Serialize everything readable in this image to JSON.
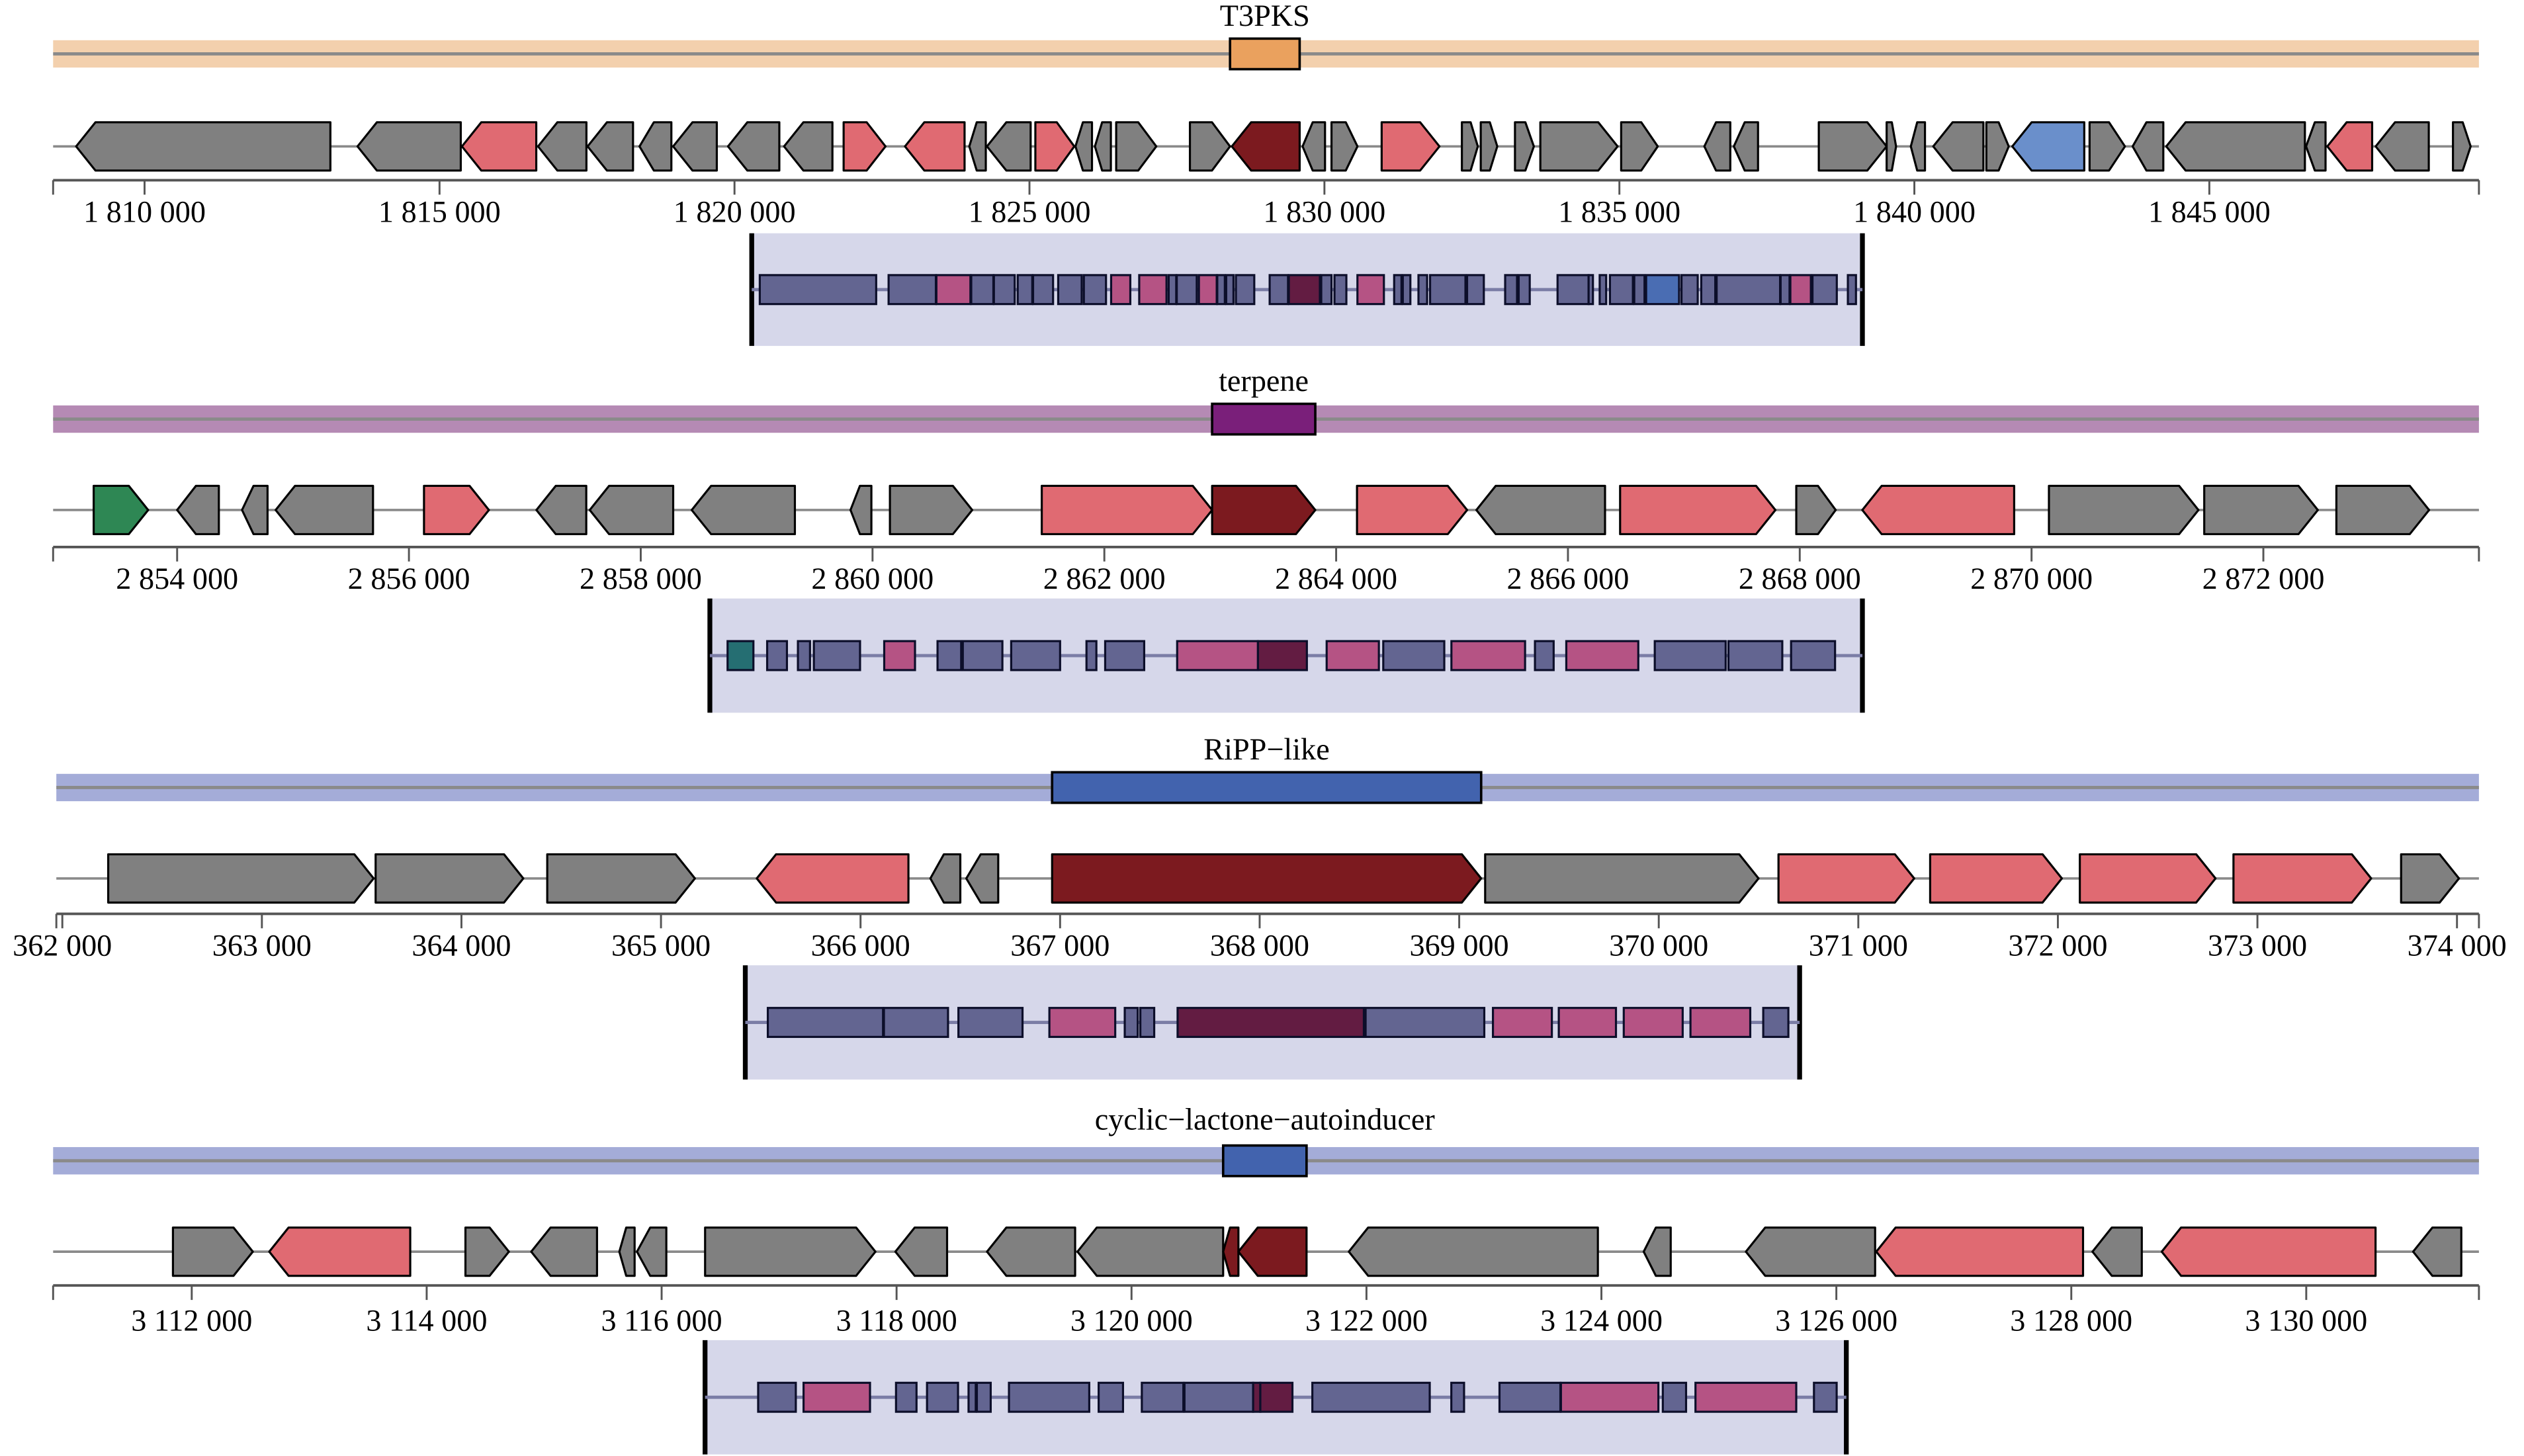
{
  "figure": {
    "type": "biosynthetic-gene-cluster-map",
    "colors": {
      "gene_other": "#808080",
      "gene_core_related": "#e06a72",
      "gene_core": "#7c1a1f",
      "gene_regulatory": "#6a8fcb",
      "gene_transport": "#2e8754",
      "zoom_panel_bg": "#d6d7ea",
      "zoom_other": "#636591",
      "zoom_core_related": "#b55384",
      "zoom_core": "#631c42",
      "zoom_regulatory": "#4a6db3",
      "zoom_transport": "#256e72",
      "axis": "#555555",
      "backbone": "#8a8a8a"
    }
  },
  "clusters": [
    {
      "id": "t3pks",
      "title": "T3PKS",
      "band_color": "#f3d0ad",
      "region_color": "#eaa15e",
      "region": [
        1828400,
        1829580
      ],
      "axis_range": [
        1808450,
        1849570
      ],
      "ticks": [
        1810000,
        1815000,
        1820000,
        1825000,
        1830000,
        1835000,
        1840000,
        1845000
      ],
      "tick_labels": [
        "1 810 000",
        "1 815 000",
        "1 820 000",
        "1 825 000",
        "1 830 000",
        "1 835 000",
        "1 840 000",
        "1 845 000"
      ],
      "genes": [
        {
          "s": 1808840,
          "e": 1813150,
          "d": -1,
          "t": "other"
        },
        {
          "s": 1813610,
          "e": 1815360,
          "d": -1,
          "t": "other"
        },
        {
          "s": 1815380,
          "e": 1816640,
          "d": -1,
          "t": "core_related"
        },
        {
          "s": 1816670,
          "e": 1817490,
          "d": -1,
          "t": "other"
        },
        {
          "s": 1817510,
          "e": 1818280,
          "d": -1,
          "t": "other"
        },
        {
          "s": 1818390,
          "e": 1818930,
          "d": -1,
          "t": "other"
        },
        {
          "s": 1818960,
          "e": 1819700,
          "d": -1,
          "t": "other"
        },
        {
          "s": 1819890,
          "e": 1820760,
          "d": -1,
          "t": "other"
        },
        {
          "s": 1820840,
          "e": 1821660,
          "d": -1,
          "t": "other"
        },
        {
          "s": 1821850,
          "e": 1822560,
          "d": 1,
          "t": "core_related"
        },
        {
          "s": 1822890,
          "e": 1823900,
          "d": -1,
          "t": "core_related"
        },
        {
          "s": 1823980,
          "e": 1824260,
          "d": -1,
          "t": "other"
        },
        {
          "s": 1824280,
          "e": 1825020,
          "d": -1,
          "t": "other"
        },
        {
          "s": 1825100,
          "e": 1825760,
          "d": 1,
          "t": "core_related"
        },
        {
          "s": 1825780,
          "e": 1826060,
          "d": -1,
          "t": "other"
        },
        {
          "s": 1826110,
          "e": 1826380,
          "d": -1,
          "t": "other"
        },
        {
          "s": 1826470,
          "e": 1827150,
          "d": 1,
          "t": "other"
        },
        {
          "s": 1827720,
          "e": 1828400,
          "d": 1,
          "t": "other"
        },
        {
          "s": 1828430,
          "e": 1829580,
          "d": -1,
          "t": "core"
        },
        {
          "s": 1829630,
          "e": 1830010,
          "d": -1,
          "t": "other"
        },
        {
          "s": 1830120,
          "e": 1830560,
          "d": 1,
          "t": "other"
        },
        {
          "s": 1830970,
          "e": 1831950,
          "d": 1,
          "t": "core_related"
        },
        {
          "s": 1832330,
          "e": 1832600,
          "d": 1,
          "t": "other"
        },
        {
          "s": 1832650,
          "e": 1832930,
          "d": 1,
          "t": "other"
        },
        {
          "s": 1833230,
          "e": 1833550,
          "d": 1,
          "t": "other"
        },
        {
          "s": 1833660,
          "e": 1834970,
          "d": 1,
          "t": "other"
        },
        {
          "s": 1835030,
          "e": 1835650,
          "d": 1,
          "t": "other"
        },
        {
          "s": 1836440,
          "e": 1836880,
          "d": -1,
          "t": "other"
        },
        {
          "s": 1836940,
          "e": 1837350,
          "d": -1,
          "t": "other"
        },
        {
          "s": 1838380,
          "e": 1839530,
          "d": 1,
          "t": "other"
        },
        {
          "s": 1839530,
          "e": 1839690,
          "d": 1,
          "t": "other"
        },
        {
          "s": 1839940,
          "e": 1840180,
          "d": -1,
          "t": "other"
        },
        {
          "s": 1840320,
          "e": 1841170,
          "d": -1,
          "t": "other"
        },
        {
          "s": 1841220,
          "e": 1841600,
          "d": 1,
          "t": "other"
        },
        {
          "s": 1841660,
          "e": 1842880,
          "d": -1,
          "t": "regulatory"
        },
        {
          "s": 1842970,
          "e": 1843570,
          "d": 1,
          "t": "other"
        },
        {
          "s": 1843700,
          "e": 1844220,
          "d": -1,
          "t": "other"
        },
        {
          "s": 1844270,
          "e": 1846620,
          "d": -1,
          "t": "other"
        },
        {
          "s": 1846640,
          "e": 1846970,
          "d": -1,
          "t": "other"
        },
        {
          "s": 1847000,
          "e": 1847760,
          "d": -1,
          "t": "core_related"
        },
        {
          "s": 1847820,
          "e": 1848720,
          "d": -1,
          "t": "other"
        },
        {
          "s": 1849130,
          "e": 1849430,
          "d": 1,
          "t": "other"
        }
      ]
    },
    {
      "id": "terpene",
      "title": "terpene",
      "band_color": "#b58ab4",
      "region_color": "#7a1f7a",
      "region": [
        2862930,
        2863820
      ],
      "axis_range": [
        2852930,
        2873860
      ],
      "ticks": [
        2854000,
        2856000,
        2858000,
        2860000,
        2862000,
        2864000,
        2866000,
        2868000,
        2870000,
        2872000
      ],
      "tick_labels": [
        "2 854 000",
        "2 856 000",
        "2 858 000",
        "2 860 000",
        "2 862 000",
        "2 864 000",
        "2 866 000",
        "2 868 000",
        "2 870 000",
        "2 872 000"
      ],
      "genes": [
        {
          "s": 2853280,
          "e": 2853750,
          "d": 1,
          "t": "transport"
        },
        {
          "s": 2854000,
          "e": 2854360,
          "d": -1,
          "t": "other"
        },
        {
          "s": 2854560,
          "e": 2854780,
          "d": -1,
          "t": "other"
        },
        {
          "s": 2854850,
          "e": 2855690,
          "d": -1,
          "t": "other"
        },
        {
          "s": 2856130,
          "e": 2856690,
          "d": 1,
          "t": "core_related"
        },
        {
          "s": 2857100,
          "e": 2857530,
          "d": -1,
          "t": "other"
        },
        {
          "s": 2857560,
          "e": 2858280,
          "d": -1,
          "t": "other"
        },
        {
          "s": 2858440,
          "e": 2859330,
          "d": -1,
          "t": "other"
        },
        {
          "s": 2859810,
          "e": 2859990,
          "d": -1,
          "t": "other"
        },
        {
          "s": 2860150,
          "e": 2860860,
          "d": 1,
          "t": "other"
        },
        {
          "s": 2861460,
          "e": 2862930,
          "d": 1,
          "t": "core_related"
        },
        {
          "s": 2862930,
          "e": 2863820,
          "d": 1,
          "t": "core"
        },
        {
          "s": 2864180,
          "e": 2865130,
          "d": 1,
          "t": "core_related"
        },
        {
          "s": 2865210,
          "e": 2866320,
          "d": -1,
          "t": "other"
        },
        {
          "s": 2866450,
          "e": 2867790,
          "d": 1,
          "t": "core_related"
        },
        {
          "s": 2867970,
          "e": 2868310,
          "d": 1,
          "t": "other"
        },
        {
          "s": 2868540,
          "e": 2869850,
          "d": -1,
          "t": "core_related"
        },
        {
          "s": 2870150,
          "e": 2871440,
          "d": 1,
          "t": "other"
        },
        {
          "s": 2871490,
          "e": 2872470,
          "d": 1,
          "t": "other"
        },
        {
          "s": 2872630,
          "e": 2873430,
          "d": 1,
          "t": "other"
        }
      ]
    },
    {
      "id": "ripp",
      "title": "RiPP−like",
      "band_color": "#a4acd8",
      "region_color": "#4263ae",
      "region": [
        366960,
        369110
      ],
      "axis_range": [
        361970,
        374110
      ],
      "ticks": [
        362000,
        363000,
        364000,
        365000,
        366000,
        367000,
        368000,
        369000,
        370000,
        371000,
        372000,
        373000,
        374000
      ],
      "tick_labels": [
        "362 000",
        "363 000",
        "364 000",
        "365 000",
        "366 000",
        "367 000",
        "368 000",
        "369 000",
        "370 000",
        "371 000",
        "372 000",
        "373 000",
        "374 000"
      ],
      "genes": [
        {
          "s": 362230,
          "e": 363560,
          "d": 1,
          "t": "other"
        },
        {
          "s": 363570,
          "e": 364310,
          "d": 1,
          "t": "other"
        },
        {
          "s": 364430,
          "e": 365170,
          "d": 1,
          "t": "other"
        },
        {
          "s": 365480,
          "e": 366240,
          "d": -1,
          "t": "core_related"
        },
        {
          "s": 366350,
          "e": 366500,
          "d": -1,
          "t": "other"
        },
        {
          "s": 366530,
          "e": 366690,
          "d": -1,
          "t": "other"
        },
        {
          "s": 366960,
          "e": 369110,
          "d": 1,
          "t": "core"
        },
        {
          "s": 369130,
          "e": 370500,
          "d": 1,
          "t": "other"
        },
        {
          "s": 370600,
          "e": 371280,
          "d": 1,
          "t": "core_related"
        },
        {
          "s": 371360,
          "e": 372020,
          "d": 1,
          "t": "core_related"
        },
        {
          "s": 372110,
          "e": 372790,
          "d": 1,
          "t": "core_related"
        },
        {
          "s": 372880,
          "e": 373570,
          "d": 1,
          "t": "core_related"
        },
        {
          "s": 373720,
          "e": 374010,
          "d": 1,
          "t": "other"
        }
      ]
    },
    {
      "id": "cyclic-lactone",
      "title": "cyclic−lactone−autoinducer",
      "band_color": "#a4acd8",
      "region_color": "#4263ae",
      "region": [
        3120780,
        3121490
      ],
      "axis_range": [
        3110820,
        3131470
      ],
      "ticks": [
        3112000,
        3114000,
        3116000,
        3118000,
        3120000,
        3122000,
        3124000,
        3126000,
        3128000,
        3130000
      ],
      "tick_labels": [
        "3 112 000",
        "3 114 000",
        "3 116 000",
        "3 118 000",
        "3 120 000",
        "3 122 000",
        "3 124 000",
        "3 126 000",
        "3 128 000",
        "3 130 000"
      ],
      "genes": [
        {
          "s": 3111840,
          "e": 3112520,
          "d": 1,
          "t": "other"
        },
        {
          "s": 3112660,
          "e": 3113860,
          "d": -1,
          "t": "core_related"
        },
        {
          "s": 3114330,
          "e": 3114700,
          "d": 1,
          "t": "other"
        },
        {
          "s": 3114890,
          "e": 3115450,
          "d": -1,
          "t": "other"
        },
        {
          "s": 3115640,
          "e": 3115770,
          "d": -1,
          "t": "other"
        },
        {
          "s": 3115790,
          "e": 3116040,
          "d": -1,
          "t": "other"
        },
        {
          "s": 3116370,
          "e": 3117820,
          "d": 1,
          "t": "other"
        },
        {
          "s": 3117990,
          "e": 3118430,
          "d": -1,
          "t": "other"
        },
        {
          "s": 3118770,
          "e": 3119520,
          "d": -1,
          "t": "other"
        },
        {
          "s": 3119540,
          "e": 3120780,
          "d": -1,
          "t": "other"
        },
        {
          "s": 3120780,
          "e": 3120910,
          "d": -1,
          "t": "core"
        },
        {
          "s": 3120910,
          "e": 3121490,
          "d": -1,
          "t": "core"
        },
        {
          "s": 3121850,
          "e": 3123970,
          "d": -1,
          "t": "other"
        },
        {
          "s": 3124360,
          "e": 3124590,
          "d": -1,
          "t": "other"
        },
        {
          "s": 3125230,
          "e": 3126330,
          "d": -1,
          "t": "other"
        },
        {
          "s": 3126340,
          "e": 3128100,
          "d": -1,
          "t": "core_related"
        },
        {
          "s": 3128180,
          "e": 3128600,
          "d": -1,
          "t": "other"
        },
        {
          "s": 3128770,
          "e": 3130590,
          "d": -1,
          "t": "core_related"
        },
        {
          "s": 3130910,
          "e": 3131320,
          "d": -1,
          "t": "other"
        }
      ]
    }
  ]
}
